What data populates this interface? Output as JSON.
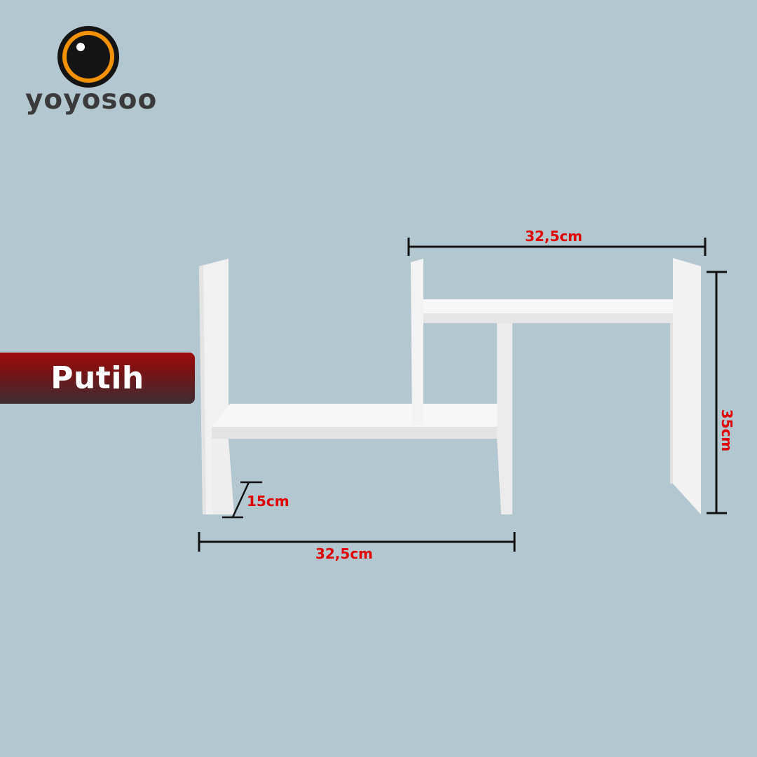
{
  "brand": {
    "name": "yoyosoo",
    "logo_icon": "eye-icon",
    "colors": {
      "ring": "#f39200",
      "pupil": "#141414",
      "text": "#3a3a3a"
    }
  },
  "badge": {
    "label": "Putih",
    "color": "#8e0d0f"
  },
  "dimensions": {
    "top_width": "32,5cm",
    "bottom_width": "32,5cm",
    "height": "35cm",
    "depth": "15cm",
    "label_color": "#e00000"
  },
  "product": {
    "color": "#ffffff"
  }
}
